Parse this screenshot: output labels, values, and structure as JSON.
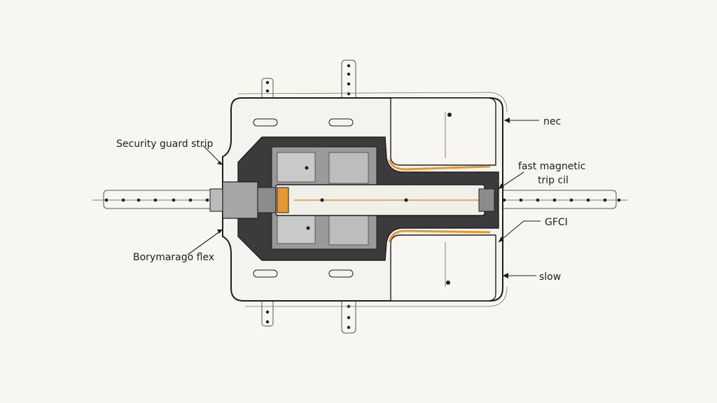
{
  "labels": {
    "security_guard_strip": "Security guard strip",
    "bodymarage_flex": "Borymarago flex",
    "nec": "nec",
    "fast_magnetic_line1": "fast magnetic",
    "fast_magnetic_line2": "trip cil",
    "gfci": "GFCI",
    "slow": "slow"
  },
  "colors": {
    "ink": "#1e1e1e",
    "paper": "#f8f6f1",
    "shell": "#f4f3ef",
    "dark_cavity": "#3b3b3b",
    "mid_gray": "#9a9a9a",
    "light_gray": "#c9c9c9",
    "coil_orange": "#e8962e"
  },
  "icons": [
    "mounting-rail",
    "shaft",
    "coil",
    "terminal-block"
  ]
}
